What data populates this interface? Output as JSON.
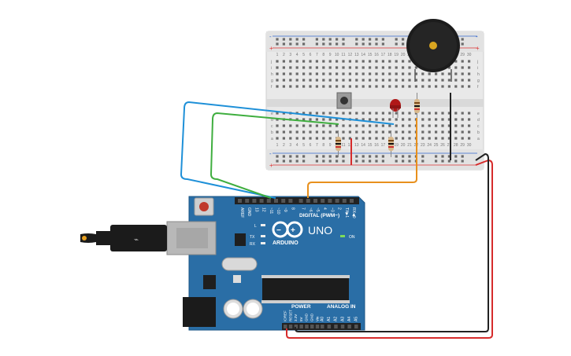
{
  "breadboard": {
    "column_numbers": [
      "1",
      "2",
      "3",
      "4",
      "5",
      "6",
      "7",
      "8",
      "9",
      "10",
      "11",
      "12",
      "13",
      "14",
      "15",
      "16",
      "17",
      "18",
      "19",
      "20",
      "21",
      "22",
      "23",
      "24",
      "25",
      "26",
      "27",
      "28",
      "29",
      "30"
    ],
    "row_letters_top": [
      "j",
      "i",
      "h",
      "g",
      "f"
    ],
    "row_letters_bottom": [
      "e",
      "d",
      "c",
      "b",
      "a"
    ],
    "rail_plus": "+",
    "rail_minus": "-"
  },
  "arduino": {
    "model_label": "UNO",
    "brand_label": "ARDUINO",
    "digital_label": "DIGITAL (PWM~)",
    "power_label": "POWER",
    "analog_label": "ANALOG IN",
    "on_label": "ON",
    "led_labels": [
      "L",
      "TX",
      "RX"
    ],
    "digital_pins": [
      "AREF",
      "GND",
      "13",
      "12",
      "~11",
      "~10",
      "~9",
      "8",
      "7",
      "~6",
      "~5",
      "4",
      "~3",
      "2",
      "TX▶1",
      "RX◀0"
    ],
    "power_pins": [
      "IOREF",
      "RESET",
      "3.3V",
      "5V",
      "GND",
      "GND",
      "Vin"
    ],
    "analog_pins": [
      "A0",
      "A1",
      "A2",
      "A3",
      "A4",
      "A5"
    ]
  },
  "colors": {
    "board": "#2a6ea6",
    "wire_blue": "#1e90d8",
    "wire_green": "#3fae3f",
    "wire_orange": "#e8901c",
    "wire_red": "#d62b2b",
    "wire_black": "#222222",
    "breadboard": "#e9e9e9",
    "rail_red": "#d33",
    "rail_blue": "#36c"
  }
}
